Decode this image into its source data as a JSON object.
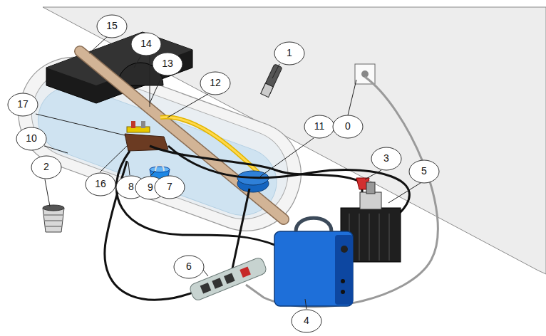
{
  "diagram": {
    "nodes": [
      {
        "text": [
          "15"
        ]
      },
      {
        "text": [
          "14"
        ]
      },
      {
        "text": [
          "1"
        ]
      },
      {
        "text": [
          "13"
        ]
      },
      {
        "text": [
          "12"
        ]
      },
      {
        "text": [
          "17"
        ]
      },
      {
        "text": [
          "11"
        ]
      },
      {
        "text": [
          "0"
        ]
      },
      {
        "text": [
          "10"
        ]
      },
      {
        "text": [
          "3"
        ]
      },
      {
        "text": [
          "2"
        ]
      },
      {
        "text": [
          "5"
        ]
      },
      {
        "text": [
          "16"
        ]
      },
      {
        "text": [
          "8"
        ]
      },
      {
        "text": [
          "9"
        ]
      },
      {
        "text": [
          "7"
        ]
      },
      {
        "text": [
          "6"
        ]
      },
      {
        "text": [
          "4"
        ]
      }
    ]
  }
}
